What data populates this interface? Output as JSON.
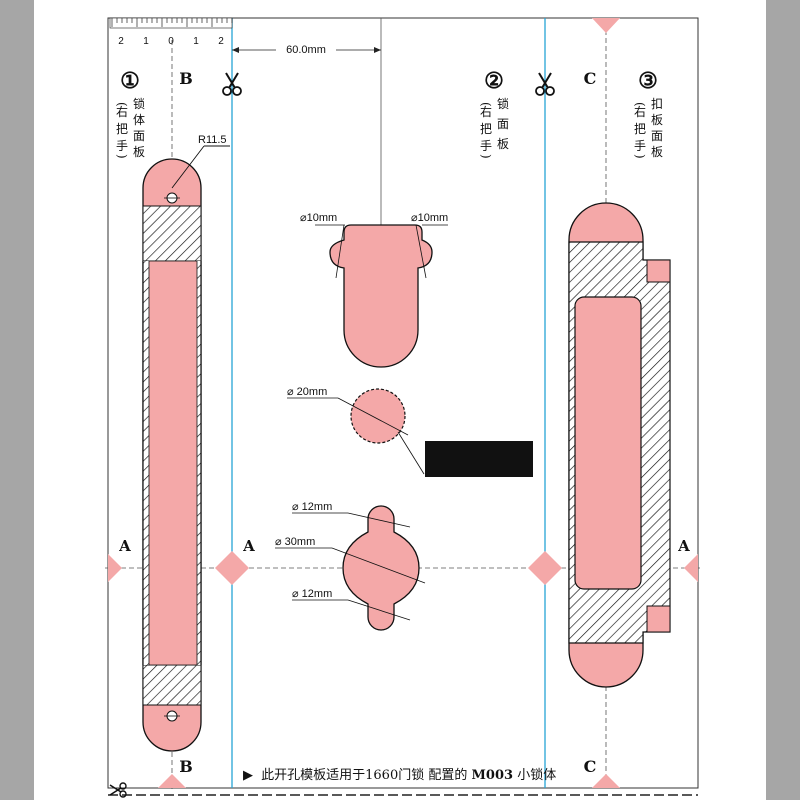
{
  "ruler": {
    "ticks": [
      "2",
      "1",
      "0",
      "1",
      "2"
    ]
  },
  "dimension": {
    "width": "60.0mm"
  },
  "panels": {
    "p1": {
      "number": "①",
      "paren_open": "(",
      "paren_close": ")",
      "col_a": [
        "右",
        "把",
        "手"
      ],
      "col_b": [
        "锁",
        "体",
        "面",
        "板"
      ]
    },
    "p2": {
      "number": "②",
      "paren_open": "(",
      "paren_close": ")",
      "col_a": [
        "右",
        "把",
        "手"
      ],
      "col_b": [
        "锁",
        "面",
        "板"
      ]
    },
    "p3": {
      "number": "③",
      "paren_open": "(",
      "paren_close": ")",
      "col_a": [
        "右",
        "把",
        "手"
      ],
      "col_b": [
        "扣",
        "板",
        "面",
        "板"
      ]
    }
  },
  "letters": {
    "a": "A",
    "b": "B",
    "c": "C"
  },
  "callouts": {
    "radius": "R11.5",
    "top_left": "⌀10mm",
    "top_right": "⌀10mm",
    "circle": "⌀ 20mm",
    "knob_top": "⌀ 12mm",
    "knob_mid": "⌀ 30mm",
    "knob_bottom": "⌀ 12mm"
  },
  "footer": {
    "arrow": "▶",
    "text_1": "此开孔模板适用于1660门锁",
    "text_2": "配置的",
    "model": "M003",
    "text_3": "小锁体"
  },
  "colors": {
    "pink": "#f4a8a8",
    "cyan": "#27a5d6",
    "page": "#ffffff",
    "frame": "#a6a6a6"
  }
}
